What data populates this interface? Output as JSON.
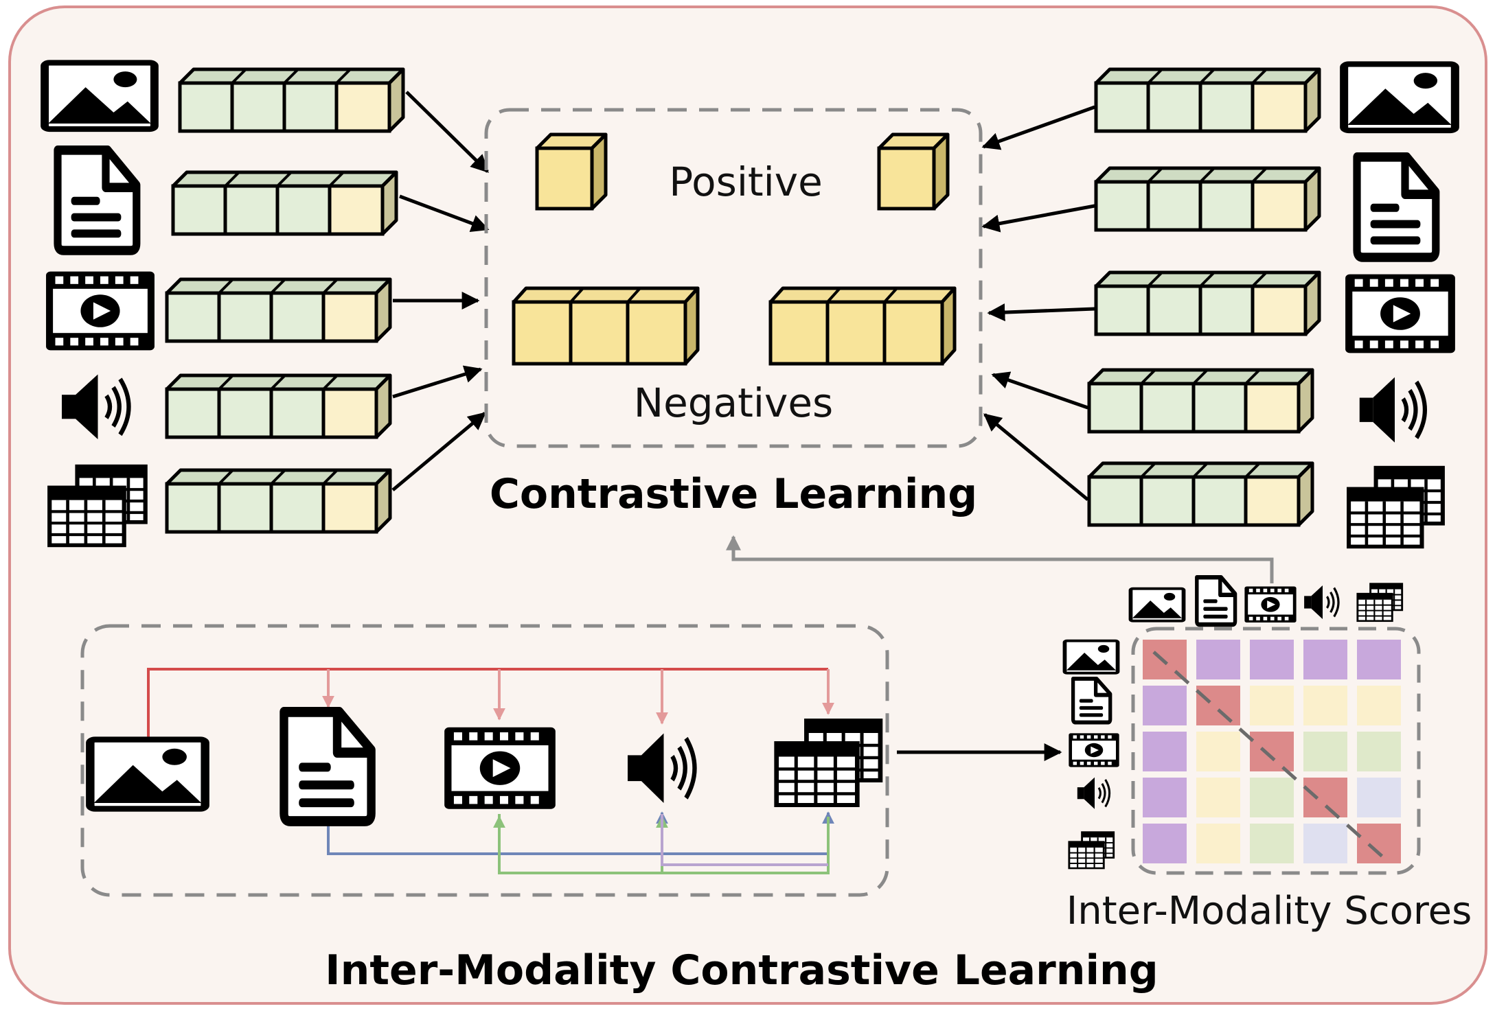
{
  "labels": {
    "positive": "Positive",
    "negatives": "Negatives",
    "contrastive_learning": "Contrastive Learning",
    "scores_caption": "Inter-Modality Scores",
    "main_title": "Inter-Modality Contrastive Learning"
  },
  "modalities": [
    "image",
    "document",
    "video",
    "audio",
    "table"
  ],
  "icons": {
    "image": "image-icon",
    "document": "document-icon",
    "video": "video-icon",
    "audio": "audio-icon",
    "table": "table-icon"
  },
  "colors": {
    "panel_bg": "#faf4f0",
    "panel_border": "#d98f8f",
    "token_green": "#e3eed9",
    "token_cream": "#fbf1cb",
    "token_yellow": "#f8e49a",
    "dashed_gray": "#8a8a8a",
    "image_link": "#d44b4b",
    "document_link": "#6f86b8",
    "video_link": "#8cc27a",
    "audio_link": "#b8a4d0",
    "score_diag": "#dc8a8a",
    "score_purple": "#c8a8dc",
    "score_cream": "#fbf0cc",
    "score_green": "#dfe9ca",
    "score_blue": "#dfe0f0"
  },
  "score_matrix": [
    [
      "diag",
      "purple",
      "purple",
      "purple",
      "purple"
    ],
    [
      "purple",
      "diag",
      "cream",
      "cream",
      "cream"
    ],
    [
      "purple",
      "cream",
      "diag",
      "green",
      "green"
    ],
    [
      "purple",
      "cream",
      "green",
      "diag",
      "blue"
    ],
    [
      "purple",
      "cream",
      "green",
      "blue",
      "diag"
    ]
  ]
}
